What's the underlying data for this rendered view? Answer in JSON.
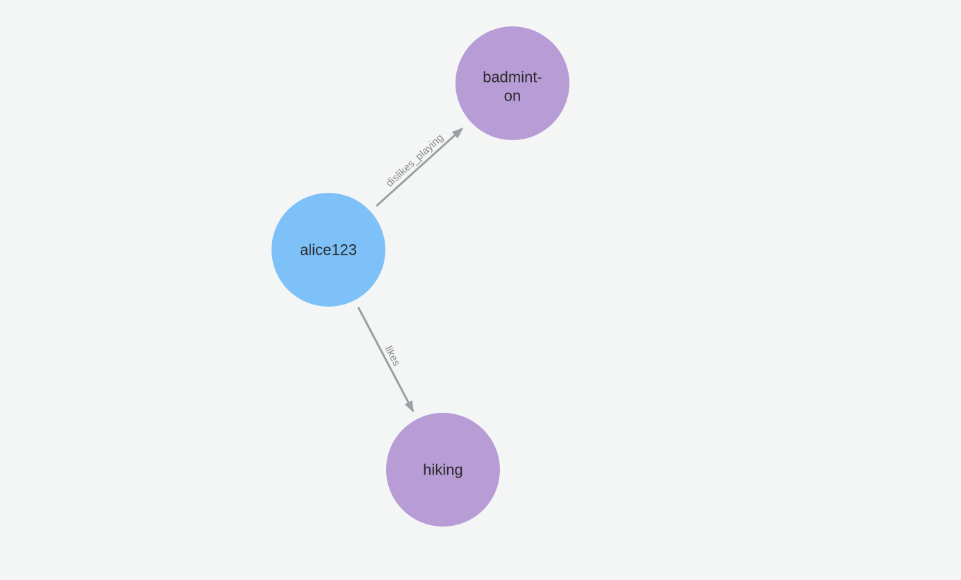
{
  "page": {
    "background": "#f4f5f5"
  },
  "graph": {
    "edge_color": "#9aa0a6",
    "edge_label_color": "#8c8c8c",
    "node_label_color": "#2b2b2b",
    "nodes": [
      {
        "id": "alice123",
        "label": "alice123",
        "label_lines": [
          "alice123"
        ],
        "color": "#7dc1f8"
      },
      {
        "id": "badminton",
        "label": "badminton",
        "label_lines": [
          "badmint-",
          "on"
        ],
        "color": "#b79cd6"
      },
      {
        "id": "hiking",
        "label": "hiking",
        "label_lines": [
          "hiking"
        ],
        "color": "#b79cd6"
      }
    ],
    "edges": [
      {
        "from": "alice123",
        "to": "badminton",
        "label": "dislikes_playing"
      },
      {
        "from": "alice123",
        "to": "hiking",
        "label": "likes"
      }
    ]
  }
}
